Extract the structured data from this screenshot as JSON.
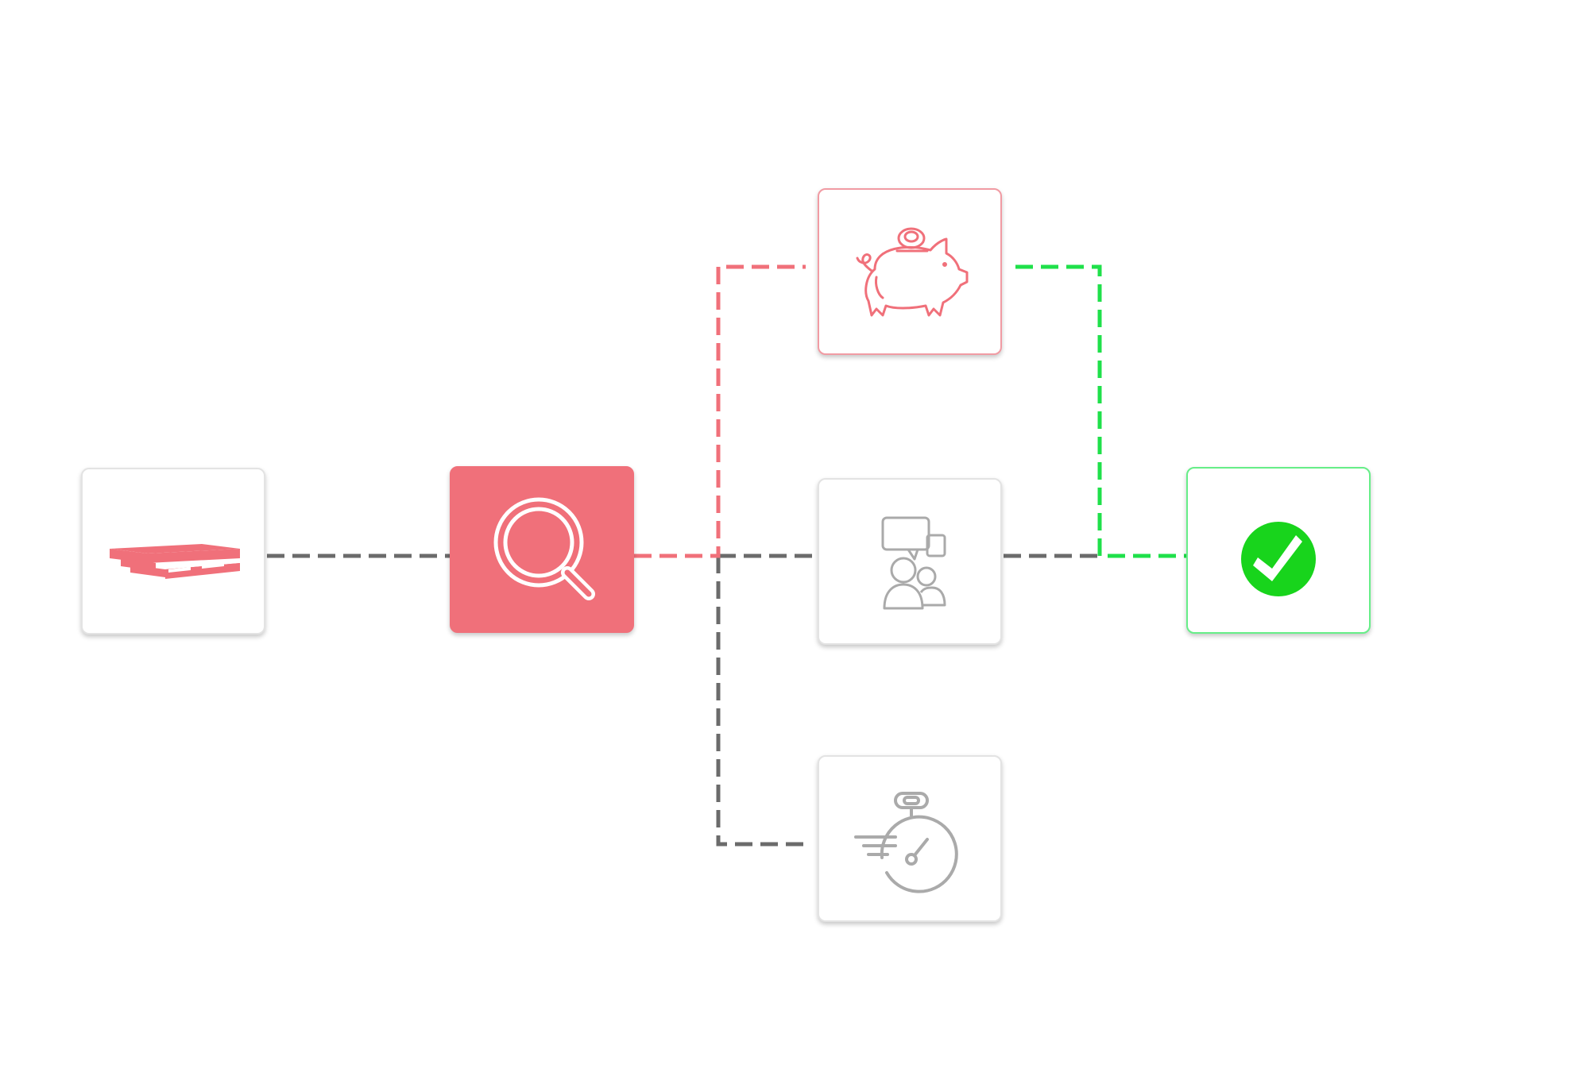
{
  "diagram": {
    "colors": {
      "accent": "#f0707a",
      "accent_light": "#f19ba3",
      "neutral_line": "#6b6b6b",
      "neutral_icon": "#aaaaaa",
      "success": "#1fe04a",
      "success_fill": "#18d41c"
    },
    "nodes": [
      {
        "id": "pallet",
        "icon": "pallet-icon",
        "style": "outline"
      },
      {
        "id": "search",
        "icon": "magnifier-icon",
        "style": "filled-accent"
      },
      {
        "id": "savings",
        "icon": "piggy-bank-icon",
        "style": "accent-outline"
      },
      {
        "id": "consult",
        "icon": "chat-people-icon",
        "style": "outline"
      },
      {
        "id": "speed",
        "icon": "stopwatch-icon",
        "style": "outline"
      },
      {
        "id": "done",
        "icon": "check-circle-icon",
        "style": "success-outline"
      }
    ],
    "connectors": [
      {
        "from": "pallet",
        "to": "search",
        "color": "neutral_line"
      },
      {
        "from": "search",
        "to": "savings",
        "color": "accent"
      },
      {
        "from": "search",
        "to": "consult",
        "color": "neutral_line"
      },
      {
        "from": "search",
        "to": "speed",
        "color": "neutral_line"
      },
      {
        "from": "savings",
        "to": "done",
        "color": "success"
      },
      {
        "from": "consult",
        "to": "done",
        "color": "neutral_line"
      }
    ]
  }
}
